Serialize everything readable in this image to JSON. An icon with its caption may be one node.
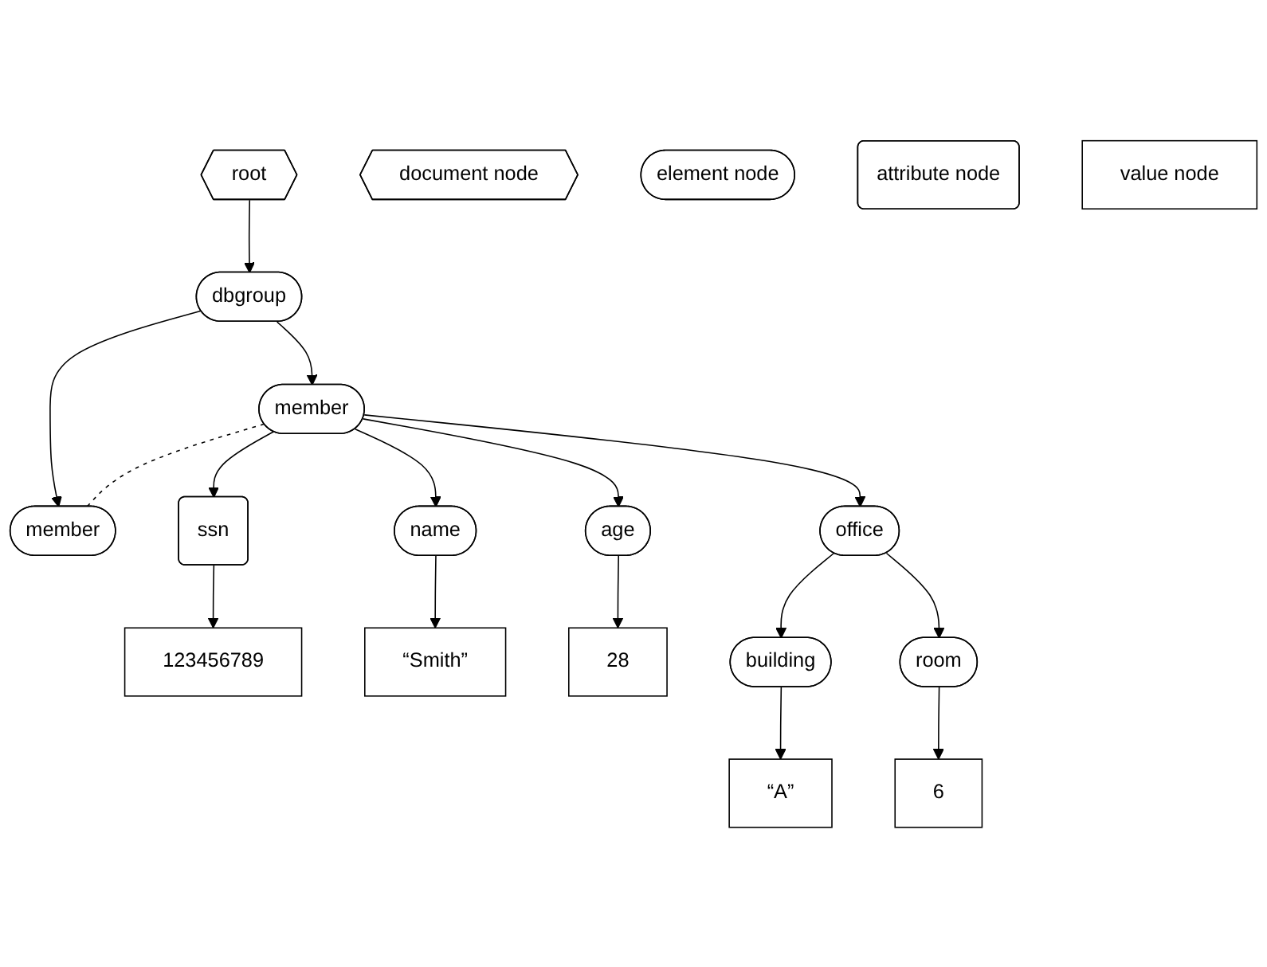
{
  "diagram": {
    "nodes": [
      {
        "text": [
          "root"
        ]
      },
      {
        "text": [
          "dbgroup"
        ]
      },
      {
        "text": [
          "member"
        ]
      },
      {
        "text": [
          "member"
        ]
      },
      {
        "text": [
          "ssn"
        ]
      },
      {
        "text": [
          "name"
        ]
      },
      {
        "text": [
          "age"
        ]
      },
      {
        "text": [
          "office"
        ]
      },
      {
        "text": [
          "123456789"
        ]
      },
      {
        "text": [
          "“Smith”"
        ]
      },
      {
        "text": [
          "28"
        ]
      },
      {
        "text": [
          "building"
        ]
      },
      {
        "text": [
          "room"
        ]
      },
      {
        "text": [
          "“A”"
        ]
      },
      {
        "text": [
          "6"
        ]
      },
      {
        "text": [
          "document node"
        ]
      },
      {
        "text": [
          "element node"
        ]
      },
      {
        "text": [
          "attribute node"
        ]
      },
      {
        "text": [
          "value node"
        ]
      }
    ],
    "edges": [
      {
        "from": 0,
        "to": 1,
        "arrow": "to"
      },
      {
        "from": 1,
        "to": 2,
        "arrow": "to"
      },
      {
        "from": 1,
        "to": 3,
        "arrow": "to"
      },
      {
        "from": 2,
        "to": 3,
        "arrow": "none",
        "style": "dashed"
      },
      {
        "from": 2,
        "to": 4,
        "arrow": "to"
      },
      {
        "from": 2,
        "to": 5,
        "arrow": "to"
      },
      {
        "from": 2,
        "to": 6,
        "arrow": "to"
      },
      {
        "from": 2,
        "to": 7,
        "arrow": "to"
      },
      {
        "from": 4,
        "to": 8,
        "arrow": "to"
      },
      {
        "from": 5,
        "to": 9,
        "arrow": "to"
      },
      {
        "from": 6,
        "to": 10,
        "arrow": "to"
      },
      {
        "from": 7,
        "to": 11,
        "arrow": "to"
      },
      {
        "from": 7,
        "to": 12,
        "arrow": "to"
      },
      {
        "from": 11,
        "to": 13,
        "arrow": "to"
      },
      {
        "from": 12,
        "to": 14,
        "arrow": "to"
      }
    ]
  }
}
